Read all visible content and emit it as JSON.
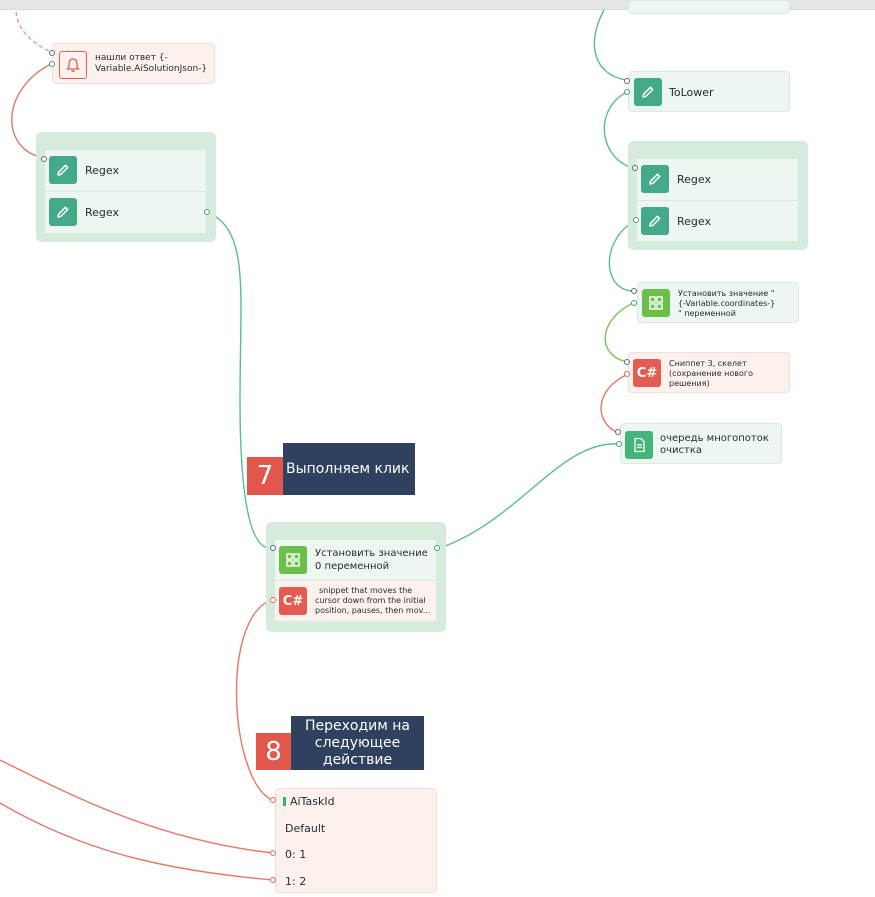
{
  "nodes": {
    "found_answer": {
      "line1": "нашли ответ {-",
      "line2": "Variable.AiSolutionJson-}",
      "icon": "bell-icon"
    },
    "regex_group_left": {
      "items": [
        {
          "label": "Regex",
          "icon": "pencil-icon"
        },
        {
          "label": "Regex",
          "icon": "pencil-icon"
        }
      ]
    },
    "to_lower": {
      "label": "ToLower",
      "icon": "pencil-icon"
    },
    "regex_group_right": {
      "items": [
        {
          "label": "Regex",
          "icon": "pencil-icon"
        },
        {
          "label": "Regex",
          "icon": "pencil-icon"
        }
      ]
    },
    "set_coordinates": {
      "line1": "Установить значение \"",
      "line2": "{-Variable.coordinates-}",
      "line3": "\" переменной",
      "icon": "grid-icon"
    },
    "snippet_skeleton": {
      "line1": "Сниппет 3, скелет",
      "line2": "(сохранение нового",
      "line3": "решения)",
      "icon": "csharp-icon",
      "icon_text": "C#"
    },
    "queue_clear": {
      "line1": "очередь многопоток",
      "line2": "очистка",
      "icon": "document-icon"
    },
    "set_value_zero": {
      "line1": "Установить значение",
      "line2": "0 переменной",
      "icon": "grid-icon"
    },
    "snippet_cursor": {
      "line1": "snippet that moves the",
      "line2": "cursor down from the initial",
      "line3": "position, pauses, then mov...",
      "icon": "csharp-icon",
      "icon_text": "C#"
    },
    "switch_task": {
      "title": "AiTaskId",
      "default_label": "Default",
      "case0": "0: 1",
      "case1": "1: 2"
    }
  },
  "annotations": [
    {
      "number": "7",
      "text": "Выполняем клик"
    },
    {
      "number": "8",
      "line1": "Переходим на",
      "line2": "следующее",
      "line3": "действие"
    }
  ],
  "colors": {
    "success_wire": "#5bbd8e",
    "error_wire": "#e4766b",
    "lime_wire": "#7cc35a",
    "dashed_wire": "#ea7aa6",
    "group_bg": "#d5ecdc",
    "badge_bg": "#2f415f",
    "number_bg": "#e2574c"
  }
}
